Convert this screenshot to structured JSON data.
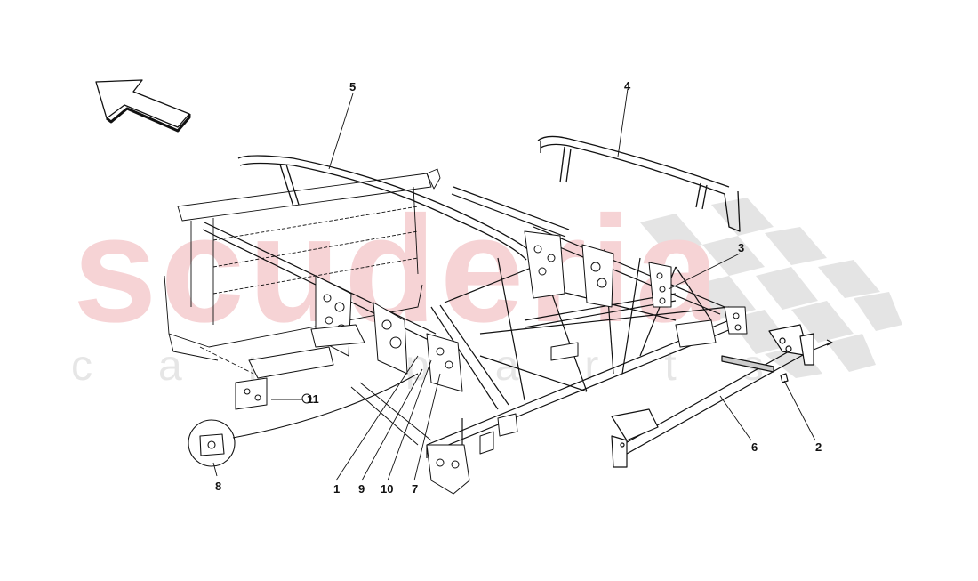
{
  "diagram": {
    "type": "exploded-parts-drawing",
    "subject": "chassis frame",
    "direction_arrow": "arrow-up-left-icon",
    "watermark": {
      "main": "scuderia",
      "sub": "car parts",
      "main_color": "#f6d3d5",
      "checker_color": "#e4e4e4"
    },
    "callouts": [
      {
        "id": "1",
        "label": "1"
      },
      {
        "id": "2",
        "label": "2"
      },
      {
        "id": "3",
        "label": "3"
      },
      {
        "id": "4",
        "label": "4"
      },
      {
        "id": "5",
        "label": "5"
      },
      {
        "id": "6",
        "label": "6"
      },
      {
        "id": "7",
        "label": "7"
      },
      {
        "id": "8",
        "label": "8"
      },
      {
        "id": "9",
        "label": "9"
      },
      {
        "id": "10",
        "label": "10"
      },
      {
        "id": "11",
        "label": "11"
      }
    ]
  }
}
